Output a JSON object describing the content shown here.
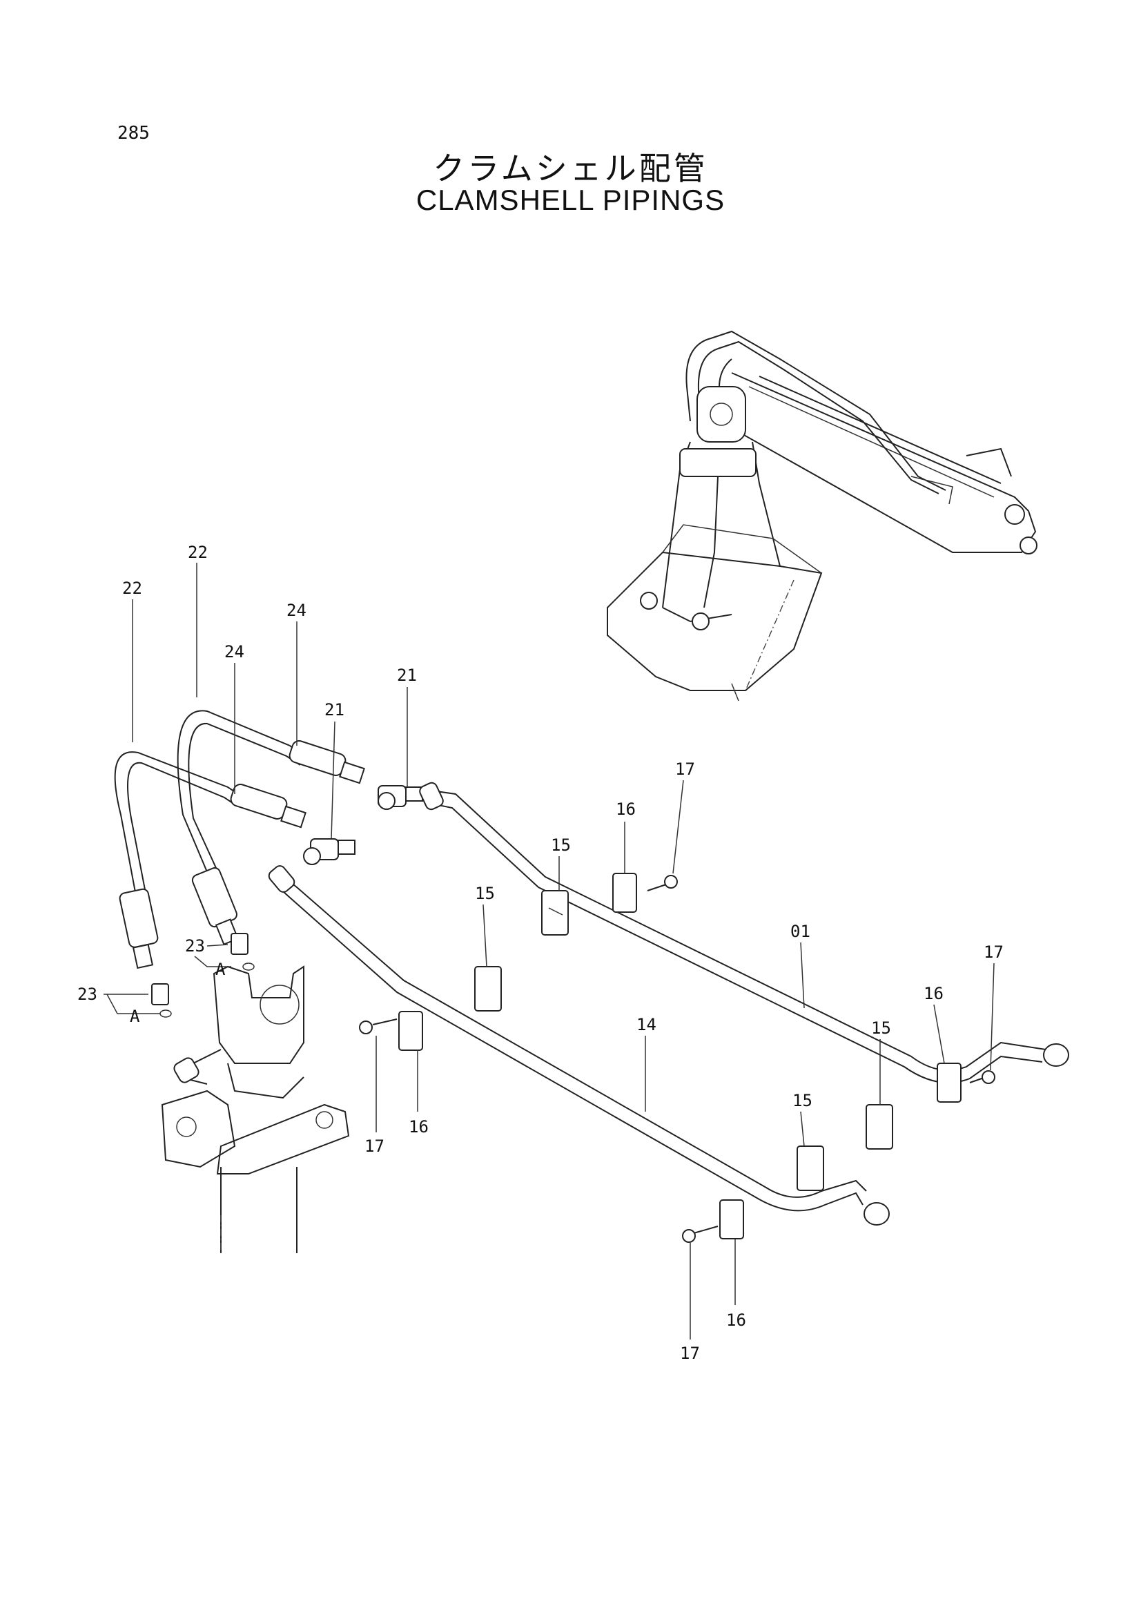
{
  "header": {
    "page_number": "285",
    "title_jp": "クラムシェル配管",
    "title_en": "CLAMSHELL PIPINGS"
  },
  "callouts": [
    {
      "id": "label-22-a",
      "text": "22"
    },
    {
      "id": "label-22-b",
      "text": "22"
    },
    {
      "id": "label-24-a",
      "text": "24"
    },
    {
      "id": "label-24-b",
      "text": "24"
    },
    {
      "id": "label-21-a",
      "text": "21"
    },
    {
      "id": "label-21-b",
      "text": "21"
    },
    {
      "id": "label-17-a",
      "text": "17"
    },
    {
      "id": "label-16-a",
      "text": "16"
    },
    {
      "id": "label-15-a",
      "text": "15"
    },
    {
      "id": "label-15-b",
      "text": "15"
    },
    {
      "id": "label-01",
      "text": "01"
    },
    {
      "id": "label-17-b",
      "text": "17"
    },
    {
      "id": "label-16-b",
      "text": "16"
    },
    {
      "id": "label-15-c",
      "text": "15"
    },
    {
      "id": "label-14",
      "text": "14"
    },
    {
      "id": "label-15-d",
      "text": "15"
    },
    {
      "id": "label-23-a",
      "text": "23"
    },
    {
      "id": "label-A-a",
      "text": "A"
    },
    {
      "id": "label-23-b",
      "text": "23"
    },
    {
      "id": "label-A-b",
      "text": "A"
    },
    {
      "id": "label-17-c",
      "text": "17"
    },
    {
      "id": "label-16-c",
      "text": "16"
    },
    {
      "id": "label-17-d",
      "text": "17"
    },
    {
      "id": "label-16-d",
      "text": "16"
    }
  ]
}
